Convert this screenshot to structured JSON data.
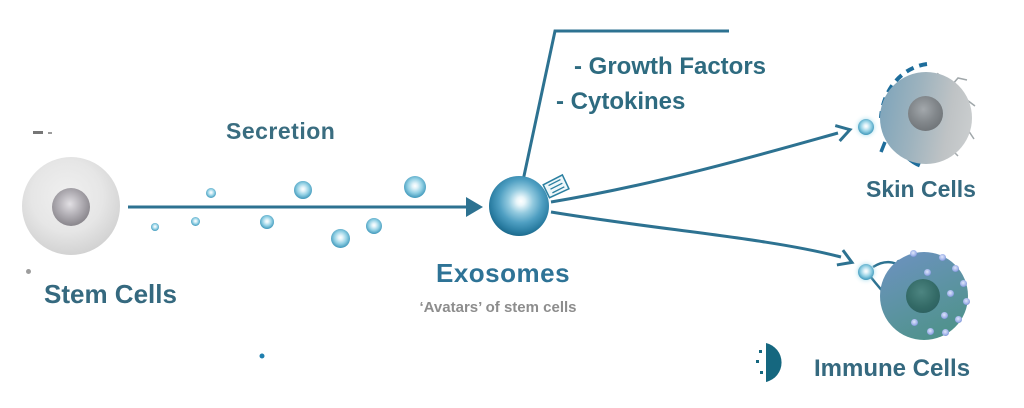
{
  "diagram": {
    "title_context": "Stem cell exosome secretion diagram",
    "labels": {
      "secretion": "Secretion",
      "stem_cells": "Stem Cells",
      "exosomes": "Exosomes",
      "exosomes_subtitle": "‘Avatars’ of stem cells",
      "cargo": [
        "- Growth Factors",
        "- Cytokines"
      ],
      "skin_cells": "Skin Cells",
      "immune_cells": "Immune Cells"
    },
    "colors": {
      "arrow_teal": "#2d7291",
      "label_teal": "#35697f",
      "exosome_label_blue": "#2e7396",
      "subtitle_gray": "#8d8d8d",
      "bubble_blue": "#2e89ae",
      "absorption_ring_blue": "#1e6d9b",
      "stem_cell_gray": "#c9c9c9",
      "immune_cell_teal": "#4b9284"
    }
  }
}
